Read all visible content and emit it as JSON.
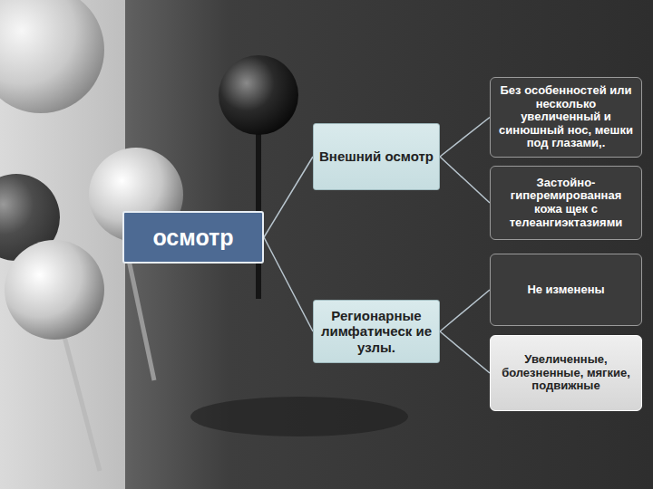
{
  "diagram": {
    "nodes": [
      {
        "text": [
          "осмотр"
        ]
      },
      {
        "text": [
          "Внешний осмотр"
        ]
      },
      {
        "text": [
          "Без особенностей или несколько увеличенный и синюшный нос, мешки под глазами,."
        ]
      },
      {
        "text": [
          "Застойно-гиперемированная кожа щек с телеангиэктазиями"
        ]
      },
      {
        "text": [
          "Не изменены"
        ]
      },
      {
        "text": [
          "Регионарные лимфатическ ие узлы."
        ]
      },
      {
        "text": [
          "Увеличенные, болезненные, мягкие, подвижные"
        ]
      }
    ],
    "edges": [
      {
        "from": 0,
        "to": 1,
        "arrow": "none"
      },
      {
        "from": 0,
        "to": 5,
        "arrow": "none"
      },
      {
        "from": 1,
        "to": 2,
        "arrow": "none"
      },
      {
        "from": 1,
        "to": 3,
        "arrow": "none"
      },
      {
        "from": 5,
        "to": 4,
        "arrow": "none"
      },
      {
        "from": 5,
        "to": 6,
        "arrow": "none"
      }
    ]
  }
}
